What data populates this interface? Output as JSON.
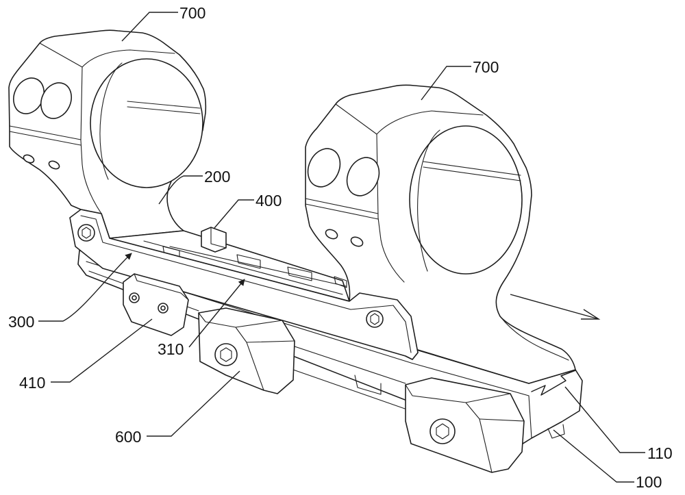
{
  "figure": {
    "labels": {
      "ring_left": "700",
      "ring_right": "700",
      "body": "200",
      "part_400": "400",
      "part_300": "300",
      "part_310": "310",
      "part_410": "410",
      "part_600": "600",
      "part_110": "110",
      "part_100": "100"
    }
  }
}
